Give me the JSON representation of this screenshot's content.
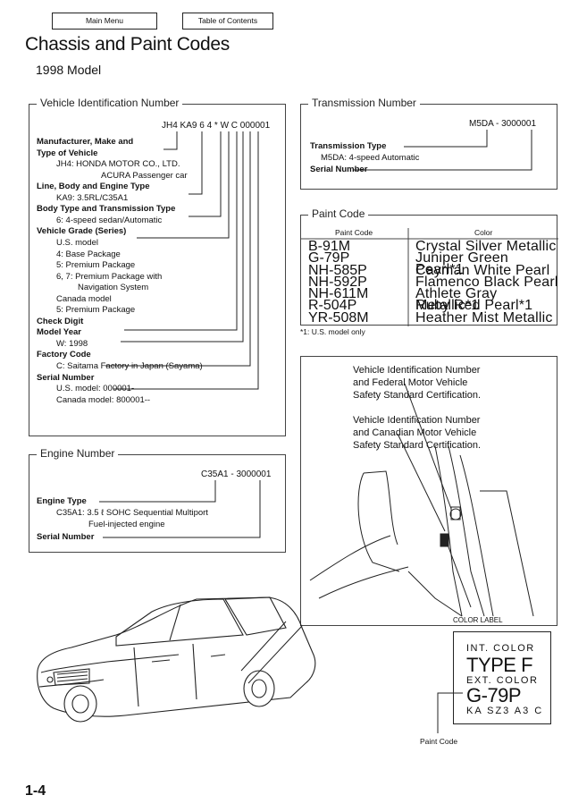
{
  "nav": {
    "main_menu": "Main Menu",
    "table_of_contents": "Table of Contents"
  },
  "page": {
    "title": "Chassis and Paint Codes",
    "model_year": "1998 Model",
    "page_number": "1-4"
  },
  "vin": {
    "title": "Vehicle Identification Number",
    "code": "JH4 KA9 6 4 * W C 000001",
    "lines": [
      {
        "text": "Manufacturer, Make and",
        "bold": true,
        "indent": 0
      },
      {
        "text": "Type of Vehicle",
        "bold": true,
        "indent": 0
      },
      {
        "text": "JH4: HONDA MOTOR CO., LTD.",
        "bold": false,
        "indent": 1
      },
      {
        "text": "ACURA Passenger car",
        "bold": false,
        "indent": 3
      },
      {
        "text": "Line, Body and Engine Type",
        "bold": true,
        "indent": 0
      },
      {
        "text": "KA9: 3.5RL/C35A1",
        "bold": false,
        "indent": 1
      },
      {
        "text": "Body Type and Transmission Type",
        "bold": true,
        "indent": 0
      },
      {
        "text": "6: 4-speed sedan/Automatic",
        "bold": false,
        "indent": 1
      },
      {
        "text": "Vehicle Grade (Series)",
        "bold": true,
        "indent": 0
      },
      {
        "text": "U.S. model",
        "bold": false,
        "indent": 1
      },
      {
        "text": "4: Base Package",
        "bold": false,
        "indent": 1
      },
      {
        "text": "5: Premium Package",
        "bold": false,
        "indent": 1
      },
      {
        "text": "6, 7: Premium Package with",
        "bold": false,
        "indent": 1
      },
      {
        "text": "Navigation System",
        "bold": false,
        "indent": 2
      },
      {
        "text": "Canada model",
        "bold": false,
        "indent": 1
      },
      {
        "text": "5: Premium Package",
        "bold": false,
        "indent": 1
      },
      {
        "text": "Check Digit",
        "bold": true,
        "indent": 0
      },
      {
        "text": "Model Year",
        "bold": true,
        "indent": 0
      },
      {
        "text": "W: 1998",
        "bold": false,
        "indent": 1
      },
      {
        "text": "Factory Code",
        "bold": true,
        "indent": 0
      },
      {
        "text": "C: Saitama Factory in Japan (Sayama)",
        "bold": false,
        "indent": 1
      },
      {
        "text": "Serial Number",
        "bold": true,
        "indent": 0
      },
      {
        "text": "U.S. model: 000001-",
        "bold": false,
        "indent": 1
      },
      {
        "text": "Canada model: 800001--",
        "bold": false,
        "indent": 1
      }
    ]
  },
  "transmission": {
    "title": "Transmission Number",
    "code": "M5DA - 3000001",
    "type_label": "Transmission Type",
    "type_value": "M5DA: 4-speed Automatic",
    "serial_label": "Serial Number"
  },
  "paint": {
    "title": "Paint Code",
    "col_code": "Paint Code",
    "col_color": "Color",
    "rows": [
      {
        "code": "B-91M",
        "color": "Crystal Silver Metallic"
      },
      {
        "code": "G-79P",
        "color": "Juniper Green Pearl*1"
      },
      {
        "code": "NH-585P",
        "color": "Cayman White Pearl"
      },
      {
        "code": "NH-592P",
        "color": "Flamenco Black Pearl"
      },
      {
        "code": "NH-611M",
        "color": "Athlete Gray Metallic*1"
      },
      {
        "code": "R-504P",
        "color": "Ruby Red Pearl*1"
      },
      {
        "code": "YR-508M",
        "color": "Heather Mist Metallic"
      }
    ],
    "footnote": "*1: U.S. model only"
  },
  "certification": {
    "us_lines": [
      "Vehicle Identification Number",
      "and Federal Motor Vehicle",
      "Safety Standard Certification."
    ],
    "ca_lines": [
      "Vehicle Identification Number",
      "and Canadian Motor Vehicle",
      "Safety Standard Certification."
    ]
  },
  "engine": {
    "title": "Engine Number",
    "code": "C35A1 - 3000001",
    "type_label": "Engine Type",
    "type_value": "C35A1: 3.5 ℓ SOHC Sequential Multiport",
    "type_value2": "Fuel-injected engine",
    "serial_label": "Serial Number"
  },
  "color_label": {
    "caption": "COLOR LABEL",
    "int_label": "INT. COLOR",
    "int_value": "TYPE F",
    "ext_label": "EXT. COLOR",
    "ext_value": "G-79P",
    "code_line": "KA SZ3 A3 C",
    "paint_code_caption": "Paint Code"
  }
}
